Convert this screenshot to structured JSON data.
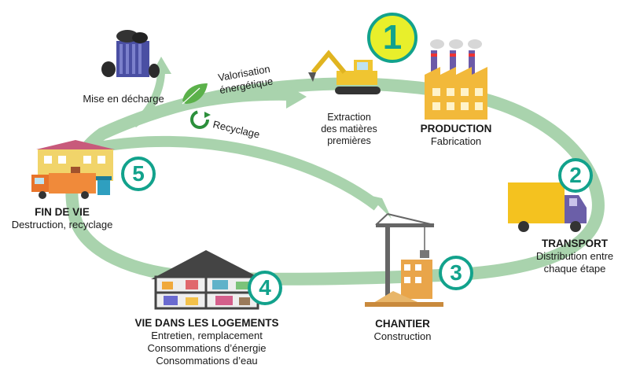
{
  "colors": {
    "loop_green": "#a9d3ad",
    "teal": "#12a28c",
    "yellow_badge": "#e8ef2b",
    "truck_yellow": "#f4c21f",
    "truck_cab": "#6b5fa8"
  },
  "stages": {
    "production": {
      "number": "1",
      "title": "PRODUCTION",
      "subtitle": "Fabrication"
    },
    "transport": {
      "number": "2",
      "title": "TRANSPORT",
      "lines": [
        "Distribution entre",
        "chaque étape"
      ]
    },
    "chantier": {
      "number": "3",
      "title": "CHANTIER",
      "subtitle": "Construction"
    },
    "logements": {
      "number": "4",
      "title": "VIE DANS LES LOGEMENTS",
      "lines": [
        "Entretien, remplacement",
        "Consommations d’énergie",
        "Consommations d’eau"
      ]
    },
    "fin_de_vie": {
      "number": "5",
      "title": "FIN DE VIE",
      "subtitle": "Destruction, recyclage"
    }
  },
  "labels": {
    "extraction": [
      "Extraction",
      "des matières",
      "premières"
    ],
    "decharge": "Mise en décharge",
    "valorisation": [
      "Valorisation",
      "énergétique"
    ],
    "recyclage": "Recyclage"
  },
  "icons": [
    "excavator-icon",
    "factory-icon",
    "truck-icon",
    "crane-icon",
    "house-cutaway-icon",
    "house-icon",
    "garbage-truck-icon",
    "dumpster-icon",
    "leaf-icon",
    "recycle-icon"
  ]
}
